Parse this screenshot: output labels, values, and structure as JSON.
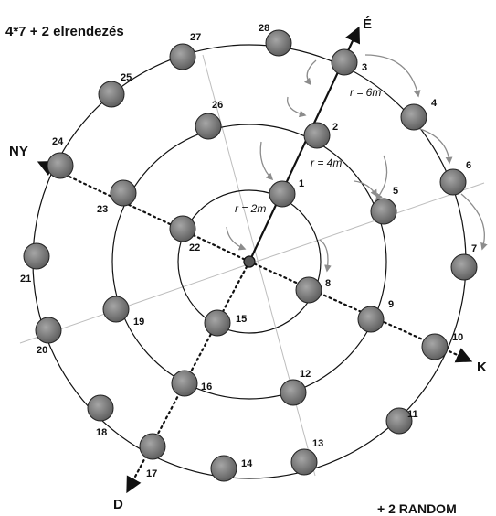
{
  "title": "4*7 + 2 elrendezés",
  "footer": "+ 2 RANDOM",
  "directions": {
    "north": "É",
    "east": "K",
    "south": "D",
    "west": "NY"
  },
  "rings": [
    {
      "label": "r = 2m",
      "radius_m": 2
    },
    {
      "label": "r = 4m",
      "radius_m": 4
    },
    {
      "label": "r = 6m",
      "radius_m": 6
    }
  ],
  "points": [
    {
      "id": "1",
      "ring": 1
    },
    {
      "id": "2",
      "ring": 2
    },
    {
      "id": "3",
      "ring": 3
    },
    {
      "id": "4",
      "ring": 3
    },
    {
      "id": "5",
      "ring": 2
    },
    {
      "id": "6",
      "ring": 3
    },
    {
      "id": "7",
      "ring": 3
    },
    {
      "id": "8",
      "ring": 1
    },
    {
      "id": "9",
      "ring": 2
    },
    {
      "id": "10",
      "ring": 3
    },
    {
      "id": "11",
      "ring": 3
    },
    {
      "id": "12",
      "ring": 2
    },
    {
      "id": "13",
      "ring": 3
    },
    {
      "id": "14",
      "ring": 3
    },
    {
      "id": "15",
      "ring": 1
    },
    {
      "id": "16",
      "ring": 2
    },
    {
      "id": "17",
      "ring": 3
    },
    {
      "id": "18",
      "ring": 3
    },
    {
      "id": "19",
      "ring": 2
    },
    {
      "id": "20",
      "ring": 3
    },
    {
      "id": "21",
      "ring": 3
    },
    {
      "id": "22",
      "ring": 1
    },
    {
      "id": "23",
      "ring": 2
    },
    {
      "id": "24",
      "ring": 3
    },
    {
      "id": "25",
      "ring": 3
    },
    {
      "id": "26",
      "ring": 2
    },
    {
      "id": "27",
      "ring": 3
    },
    {
      "id": "28",
      "ring": 3
    }
  ],
  "colors": {
    "line": "#111111",
    "dot_fill": "#7a7a7a",
    "arrow_gray": "#8c8c8c",
    "guide": "#bdbdbd"
  }
}
